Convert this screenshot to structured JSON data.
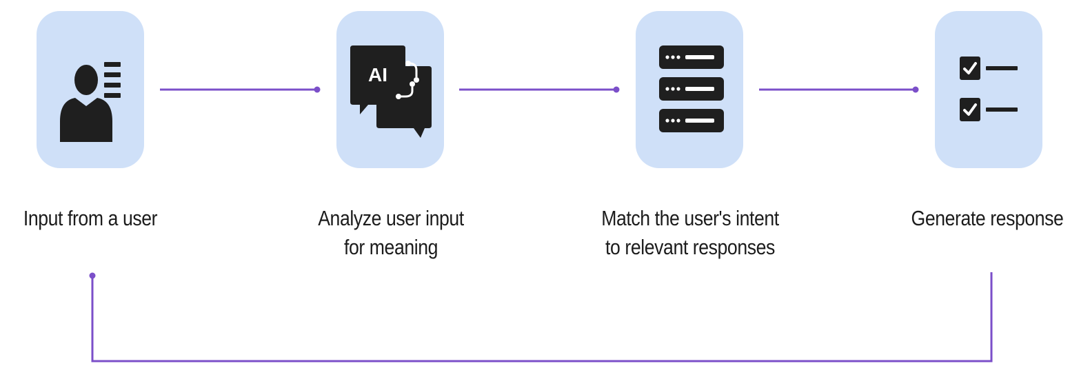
{
  "accent_color": "#7b4fc9",
  "tile_color": "#cfe0f8",
  "icon_color": "#1f1f1f",
  "steps": [
    {
      "icon": "user-profile-icon",
      "label_lines": [
        "Input from a user"
      ]
    },
    {
      "icon": "ai-chat-icon",
      "label_lines": [
        "Analyze user input",
        "for meaning"
      ],
      "icon_text": "AI"
    },
    {
      "icon": "database-server-icon",
      "label_lines": [
        "Match the user's intent",
        "to relevant responses"
      ]
    },
    {
      "icon": "checklist-icon",
      "label_lines": [
        "Generate response"
      ]
    }
  ]
}
